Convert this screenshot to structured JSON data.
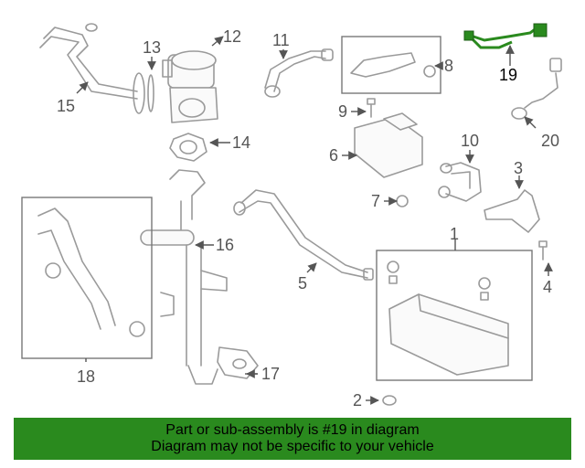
{
  "diagram": {
    "callouts": [
      "1",
      "2",
      "3",
      "4",
      "5",
      "6",
      "7",
      "8",
      "9",
      "10",
      "11",
      "12",
      "13",
      "14",
      "15",
      "16",
      "17",
      "18",
      "19",
      "20"
    ],
    "highlighted_callout": "19",
    "highlight_color": "#2a8a1e"
  },
  "banner": {
    "line1": "Part or sub-assembly is #19 in diagram",
    "line2": "Diagram may not be specific to your vehicle",
    "background": "#2a8a1e"
  }
}
